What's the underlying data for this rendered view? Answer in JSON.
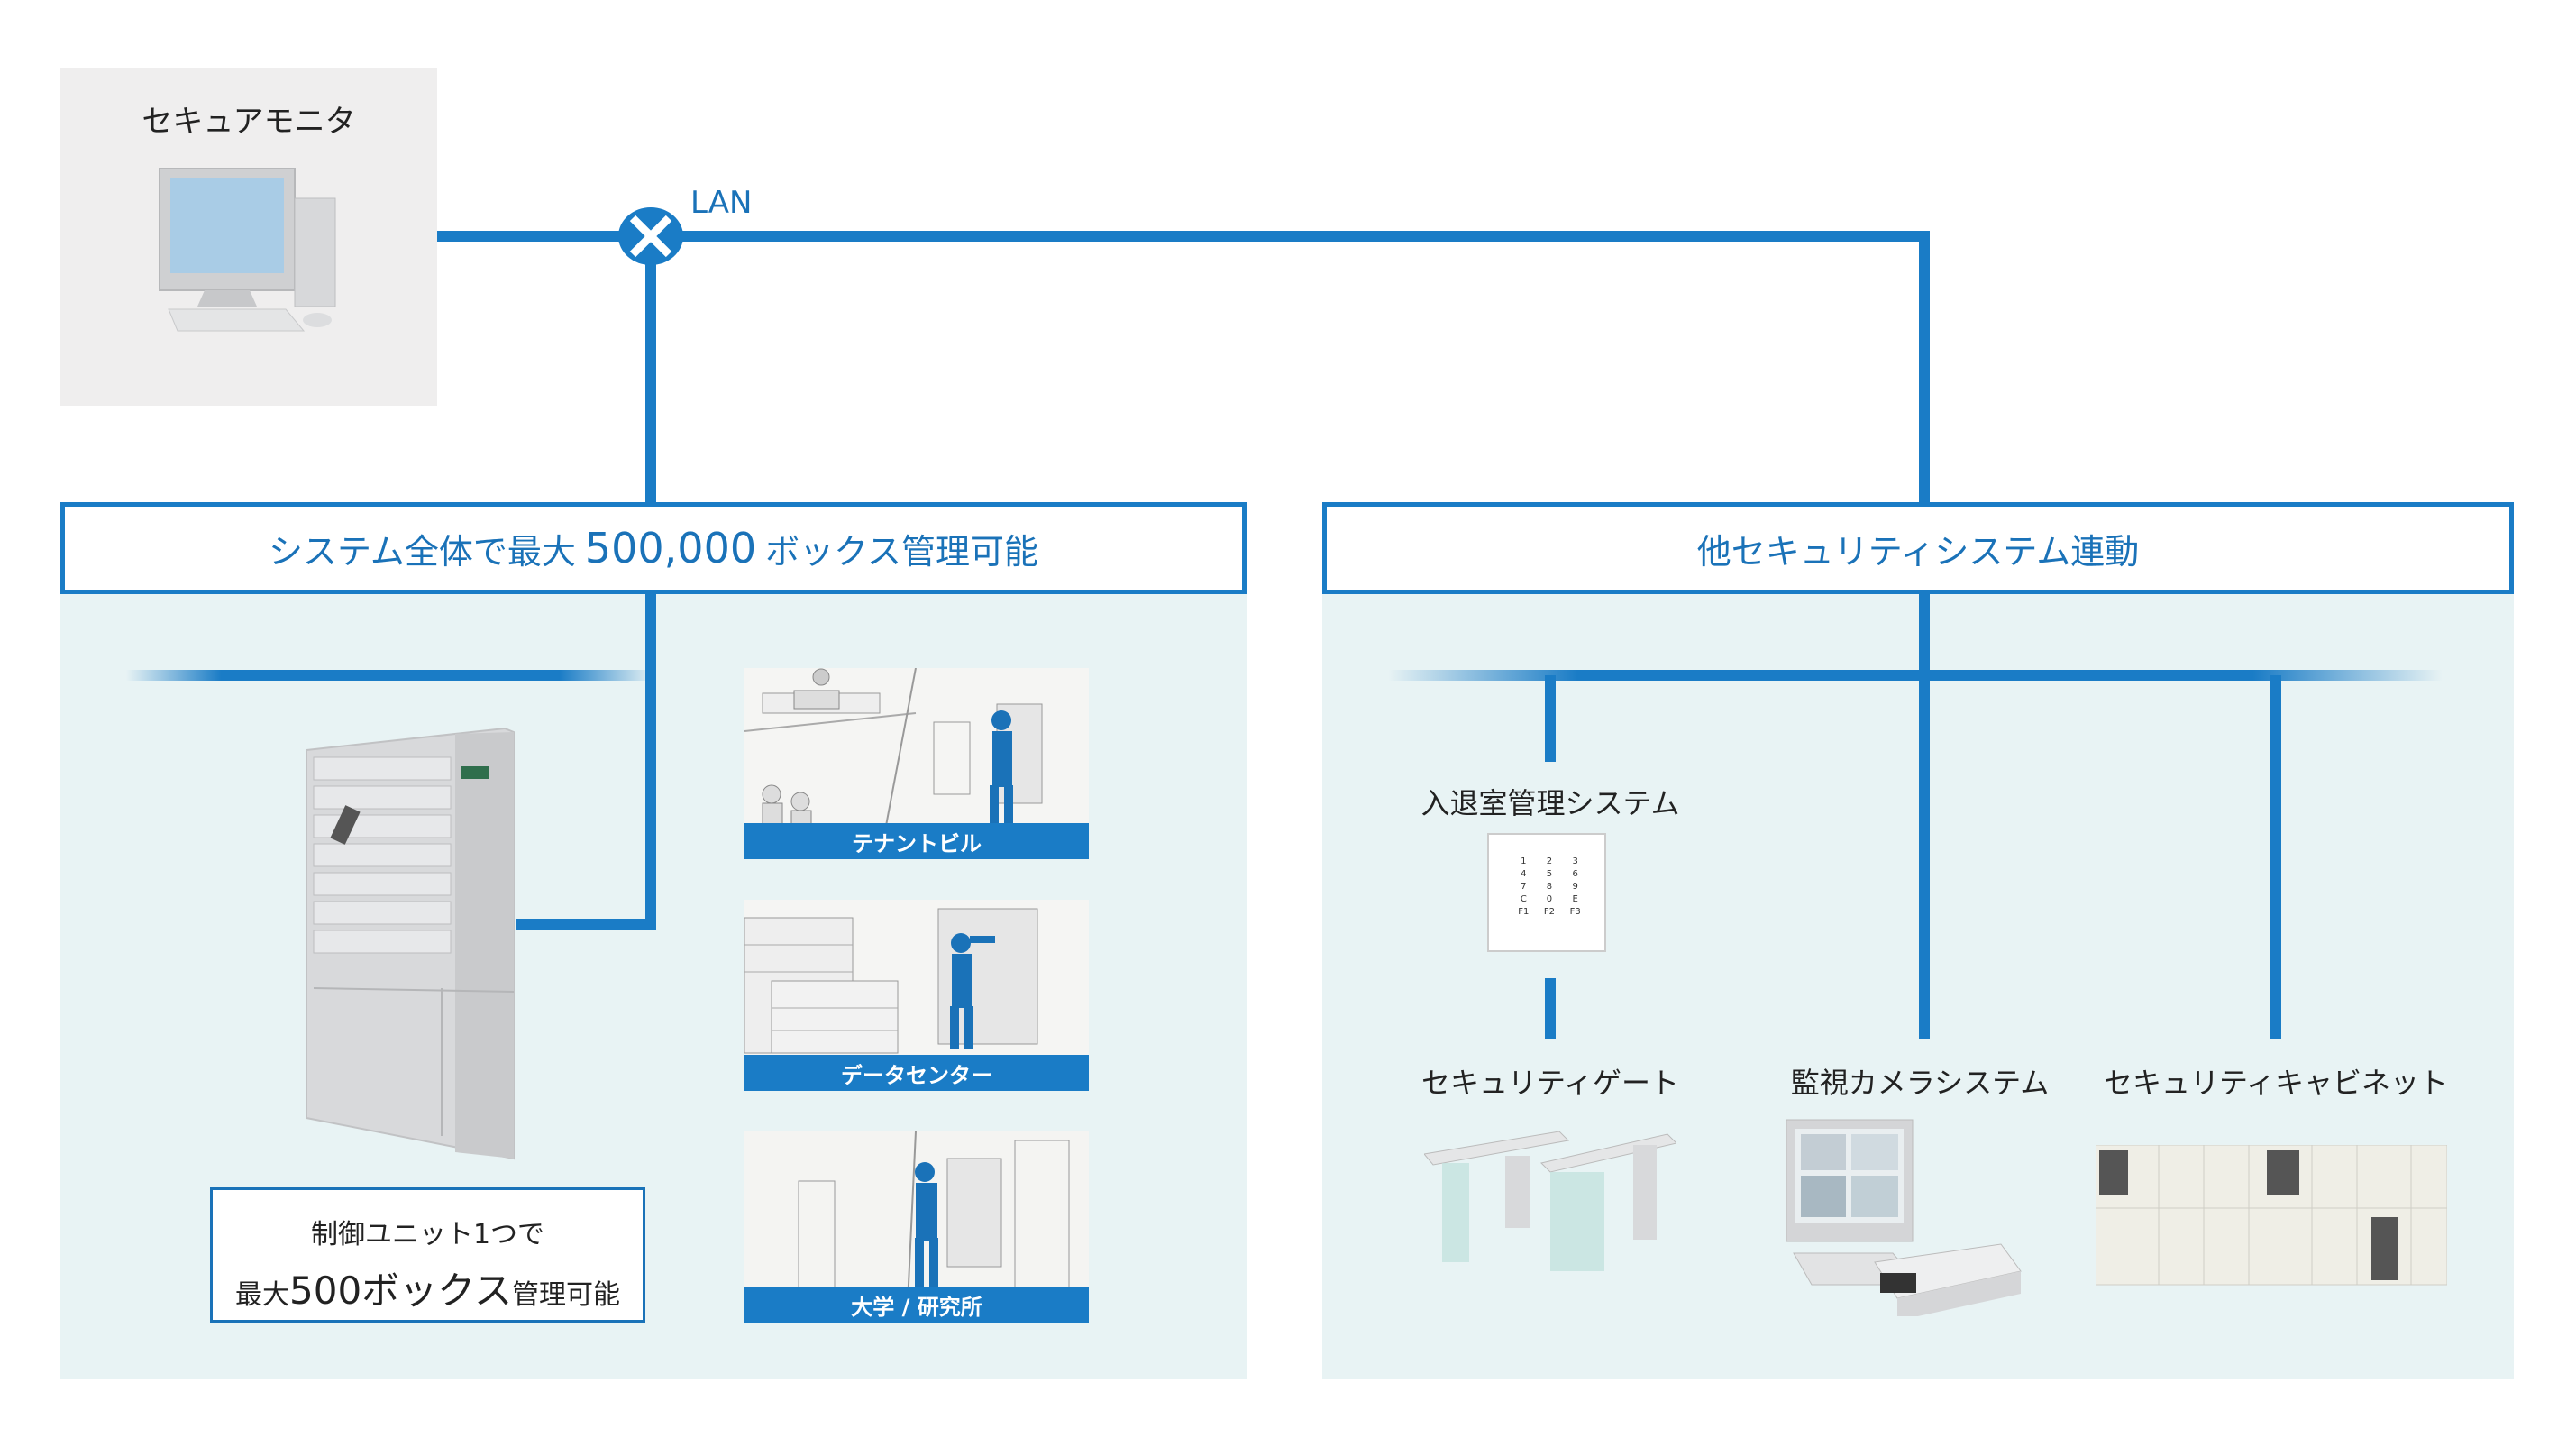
{
  "monitor": {
    "title": "セキュアモニタ"
  },
  "network": {
    "lan_label": "LAN"
  },
  "left_panel": {
    "header_prefix": "システム全体で最大",
    "header_number": "500,000",
    "header_suffix": "ボックス管理可能",
    "scenes": [
      {
        "label": "テナントビル"
      },
      {
        "label": "データセンター"
      },
      {
        "label": "大学 / 研究所"
      }
    ],
    "callout": {
      "line1": "制御ユニット1つで",
      "line2_prefix": "最大",
      "line2_big": "500ボックス",
      "line2_suffix": "管理可能"
    }
  },
  "right_panel": {
    "header": "他セキュリティシステム連動",
    "devices": {
      "access": "入退室管理システム",
      "gate": "セキュリティゲート",
      "camera": "監視カメラシステム",
      "cabinet": "セキュリティキャビネット"
    },
    "keypad_keys": [
      "1",
      "2",
      "3",
      "4",
      "5",
      "6",
      "7",
      "8",
      "9",
      "C",
      "0",
      "E",
      "F1",
      "F2",
      "F3"
    ]
  },
  "colors": {
    "accent": "#1a7cc6",
    "panel_bg": "#e8f3f4",
    "monitor_bg": "#efeeee"
  }
}
